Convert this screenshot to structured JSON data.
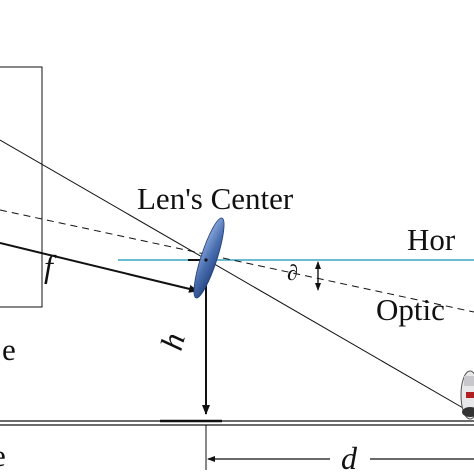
{
  "labels": {
    "lens_center": "Len's Center",
    "horizon": "Hor",
    "optic": "Optic",
    "focal": "f",
    "angle": "∂",
    "height": "h",
    "distance": "d",
    "image_plane": "e",
    "ground": "e"
  },
  "colors": {
    "horizon_line": "#3aa6c0",
    "lens_fill": "#4a6fb0",
    "line": "#111111"
  }
}
